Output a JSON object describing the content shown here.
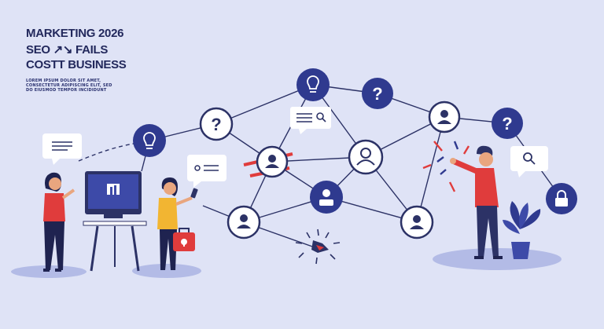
{
  "headline": {
    "line1": "MARKETING 2026",
    "line2": "SEO ↗↘ FAILS",
    "line3": "COSTT BUSINESS"
  },
  "subtext": {
    "line1": "LOREM IPSUM DOLOR SIT AMET,",
    "line2": "CONSECTETUR ADIPISCING ELIT, SED",
    "line3": "DO EIUSMOD TEMPOR INCIDIDUNT"
  },
  "colors": {
    "background": "#dfe3f6",
    "navy": "#2f3a8f",
    "accent_red": "#e03c3c",
    "shirt_orange": "#e8863a",
    "shirt_yellow": "#f2b532",
    "line": "#2c3266"
  },
  "icons": [
    "lightbulb-icon",
    "question-icon",
    "user-icon",
    "lock-icon",
    "search-icon",
    "chat-bubble-icon",
    "plant-icon",
    "laptop-icon",
    "briefcase-icon"
  ]
}
